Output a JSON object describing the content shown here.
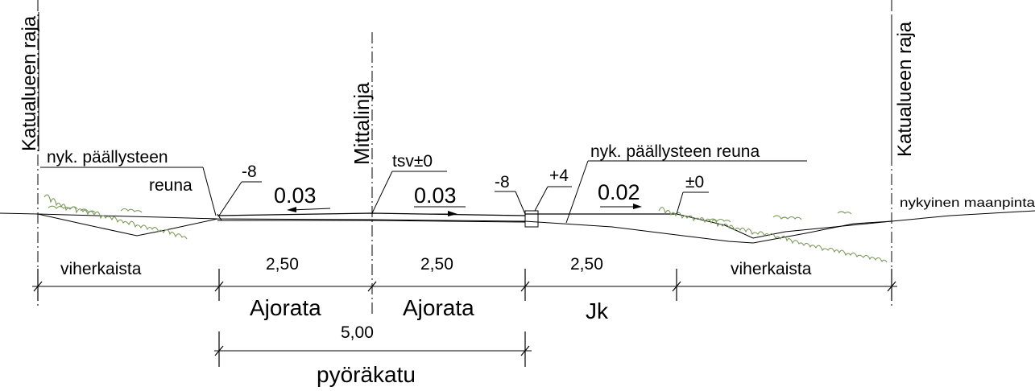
{
  "labels": {
    "boundary_left": "Katualueen raja",
    "boundary_right": "Katualueen raja",
    "centerline": "Mittalinja",
    "pavement_edge_left_1": "nyk. päällysteen",
    "pavement_edge_left_2": "reuna",
    "pavement_edge_right": "nyk. päällysteen reuna",
    "existing_ground": "nykyinen maanpinta",
    "tsv": "tsv±0"
  },
  "levels": {
    "left_edge": "-8",
    "curb_left": "-8",
    "curb_top": "+4",
    "right_edge": "±0"
  },
  "slopes": {
    "left_lane": "0.03",
    "right_lane": "0.03",
    "walkway": "0.02"
  },
  "dimensions": {
    "green_left": "viherkaista",
    "lane_left": "2,50",
    "lane_right": "2,50",
    "walkway": "2,50",
    "green_right": "viherkaista",
    "total_carriageway": "5,00"
  },
  "sections": {
    "carriageway_left": "Ajorata",
    "carriageway_right": "Ajorata",
    "walkway": "Jk",
    "bike_street": "pyöräkatu"
  },
  "colors": {
    "lines": "#000000",
    "grass": "#7a9a5a"
  }
}
